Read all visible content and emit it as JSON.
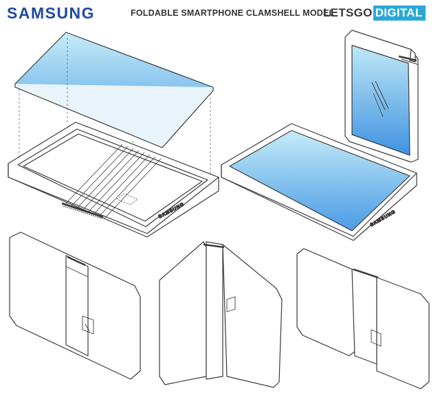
{
  "header": {
    "brand": "SAMSUNG",
    "title": "FOLDABLE SMARTPHONE CLAMSHELL MODEL",
    "logo": {
      "part1": "LETSGO",
      "part2": "DIGITAL"
    }
  },
  "device_wordmark": "SAMSUNG",
  "colors": {
    "brand": "#1f4aa0",
    "logo_accent": "#2aa8d8",
    "screen_top": "#bfe8f5",
    "screen_bottom": "#4a9ce6",
    "line": "#3a3a3a"
  }
}
